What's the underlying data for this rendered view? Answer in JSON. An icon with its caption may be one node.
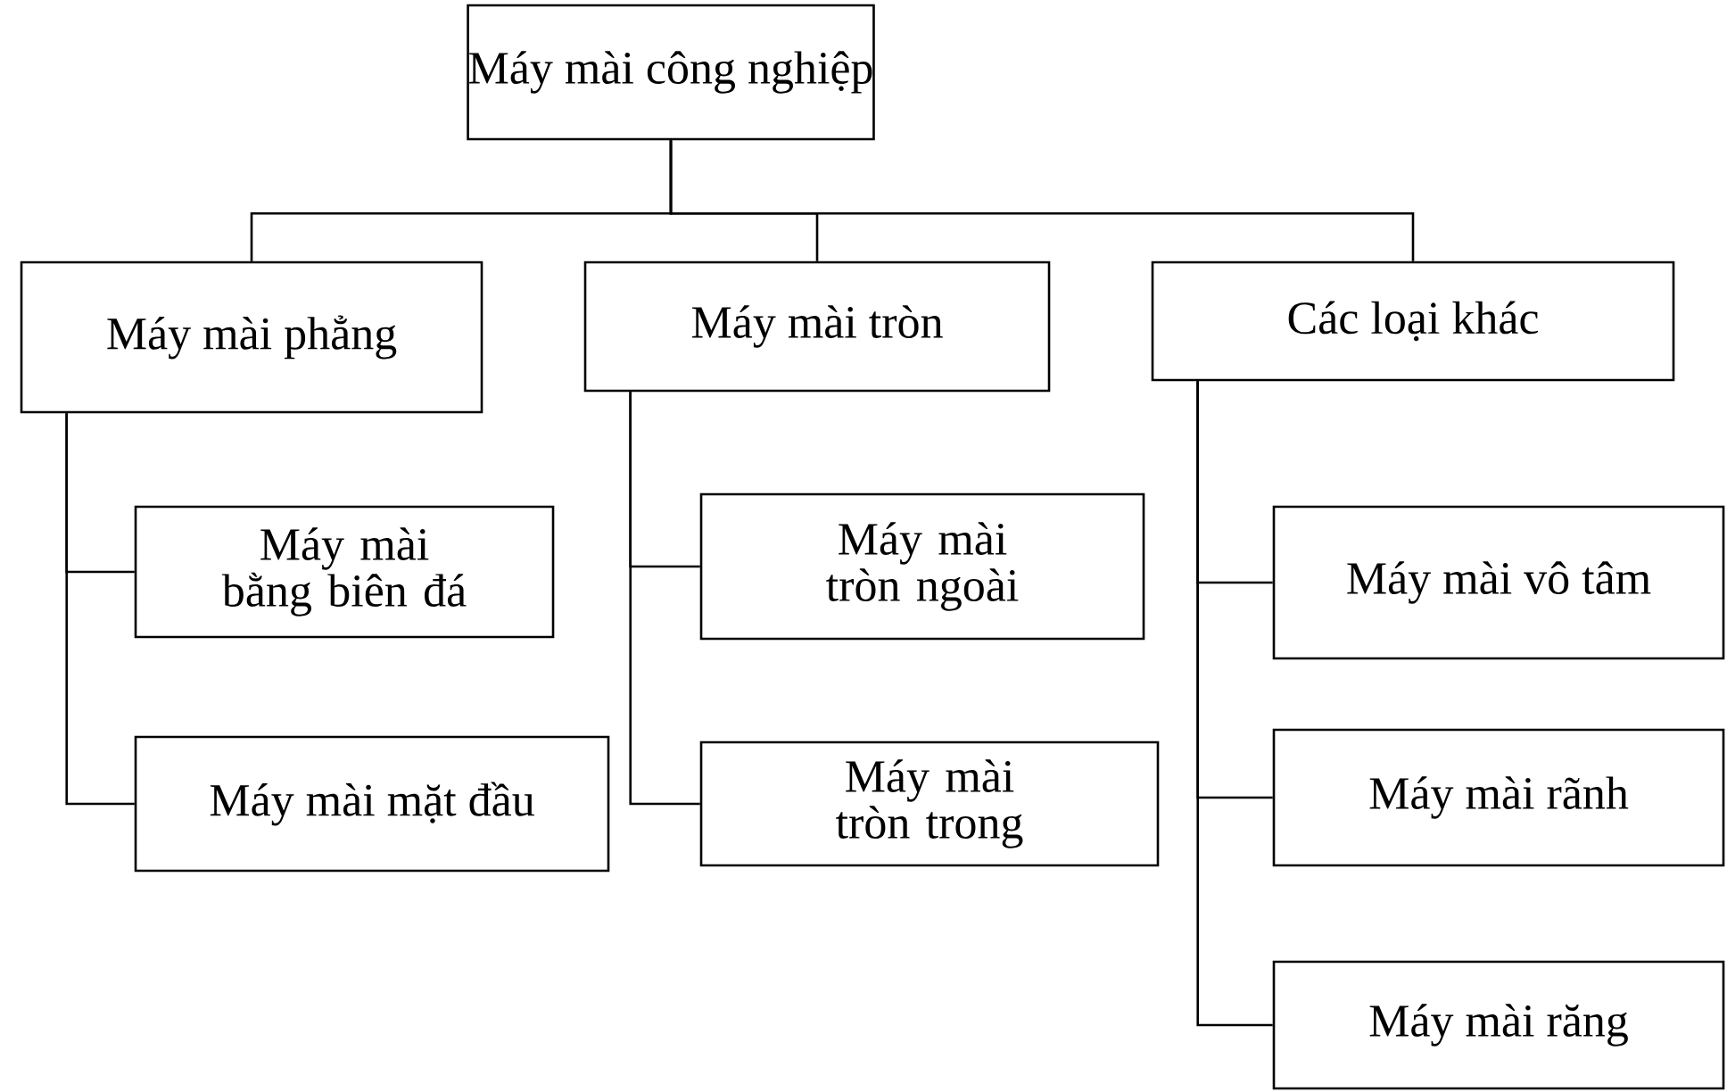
{
  "diagram": {
    "nodes": [
      {
        "text": [
          "Máy mài công nghiệp"
        ]
      },
      {
        "text": [
          "Máy mài phẳng"
        ]
      },
      {
        "text": [
          "Máy mài tròn"
        ]
      },
      {
        "text": [
          "Các loại khác"
        ]
      },
      {
        "text": [
          "Máy mài bằng biên đá"
        ]
      },
      {
        "text": [
          "Máy mài mặt đầu"
        ]
      },
      {
        "text": [
          "Máy mài tròn ngoài"
        ]
      },
      {
        "text": [
          "Máy mài tròn trong"
        ]
      },
      {
        "text": [
          "Máy mài vô tâm"
        ]
      },
      {
        "text": [
          "Máy mài rãnh"
        ]
      },
      {
        "text": [
          "Máy mài răng"
        ]
      }
    ],
    "edges": [
      {
        "from": 0,
        "to": 1,
        "arrow": "none"
      },
      {
        "from": 0,
        "to": 2,
        "arrow": "none"
      },
      {
        "from": 0,
        "to": 3,
        "arrow": "none"
      },
      {
        "from": 1,
        "to": 4,
        "arrow": "none"
      },
      {
        "from": 1,
        "to": 5,
        "arrow": "none"
      },
      {
        "from": 2,
        "to": 6,
        "arrow": "none"
      },
      {
        "from": 2,
        "to": 7,
        "arrow": "none"
      },
      {
        "from": 3,
        "to": 8,
        "arrow": "none"
      },
      {
        "from": 3,
        "to": 9,
        "arrow": "none"
      },
      {
        "from": 3,
        "to": 10,
        "arrow": "none"
      }
    ]
  }
}
